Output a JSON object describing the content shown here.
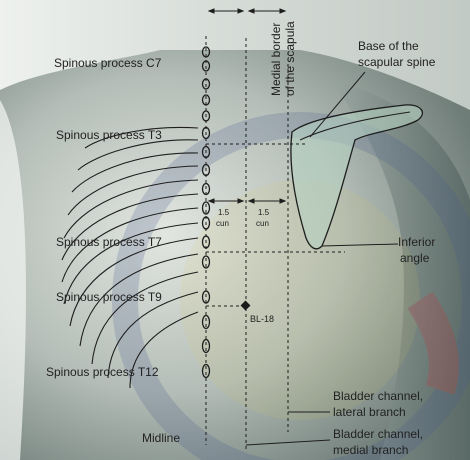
{
  "labels": {
    "spinous_c7": "Spinous process C7",
    "spinous_t3": "Spinous process T3",
    "spinous_t7": "Spinous process T7",
    "spinous_t9": "Spinous process T9",
    "spinous_t12": "Spinous process T12",
    "midline": "Midline",
    "medial_border_line1": "Medial border",
    "medial_border_line2": "of the scapula",
    "base_spine_line1": "Base of the",
    "base_spine_line2": "scapular spine",
    "inferior_angle_line1": "Inferior",
    "inferior_angle_line2": "angle",
    "acupoint": "BL-18",
    "measure_left_value": "1.5",
    "measure_left_unit": "cun",
    "measure_right_value": "1.5",
    "measure_right_unit": "cun",
    "lateral_branch_line1": "Bladder channel,",
    "lateral_branch_line2": "lateral branch",
    "medial_branch_line1": "Bladder channel,",
    "medial_branch_line2": "medial branch"
  },
  "colors": {
    "skin_light": "#dadfd9",
    "skin_mid": "#a9b3ad",
    "skin_dark": "#5b6a66",
    "scapula_fill": "#b7d3c3",
    "line": "#1e1e1e",
    "acupoint": "#1a1a1a"
  }
}
